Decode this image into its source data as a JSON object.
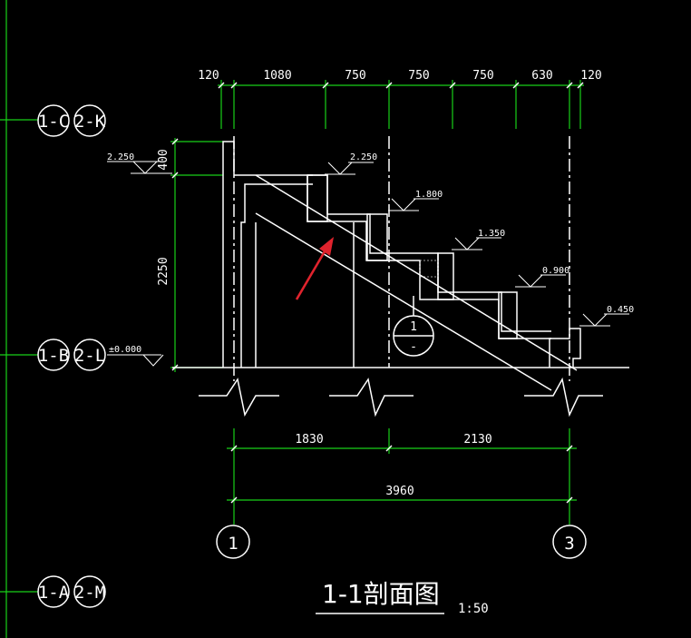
{
  "drawing": {
    "title": "1-1剖面图",
    "scale": "1:50",
    "colors": {
      "background": "#000000",
      "dimension": "#18d018",
      "geometry": "#ffffff",
      "annotation_arrow": "#e0232d"
    }
  },
  "dimensions": {
    "top": [
      "120",
      "1080",
      "750",
      "750",
      "750",
      "630",
      "120"
    ],
    "left": [
      "400",
      "2250"
    ],
    "bottom_row1": [
      "1830",
      "2130"
    ],
    "bottom_total": "3960"
  },
  "elevations": [
    "2.250",
    "2.250",
    "1.800",
    "1.350",
    "0.900",
    "0.450",
    "±0.000"
  ],
  "axis_labels": {
    "left": [
      {
        "a": "1-C",
        "b": "2-K"
      },
      {
        "a": "1-B",
        "b": "2-L"
      },
      {
        "a": "1-A",
        "b": "2-M"
      }
    ],
    "bottom": [
      "1",
      "3"
    ]
  },
  "section_marker": {
    "number": "1",
    "sheet": "-"
  }
}
